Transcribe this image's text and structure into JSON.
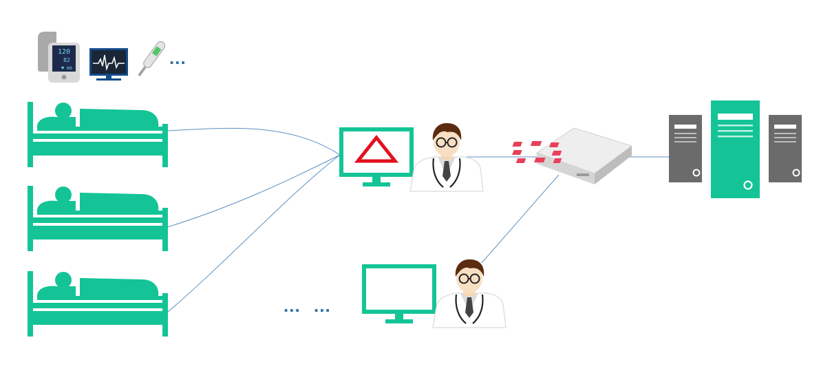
{
  "devices": {
    "bp_monitor": {
      "readings": [
        "120",
        "82",
        "♥ 60"
      ]
    },
    "trailing_ellipsis": "..."
  },
  "bottom_ellipses": [
    "...",
    "..."
  ],
  "colors": {
    "accent": "#14c496",
    "link": "#5b8fc0",
    "alert": "#e3101e",
    "firewall_logo": "#e8405a",
    "server_gray": "#6b6b6b",
    "ellipsis": "#2f6fa3"
  },
  "icons": [
    "blood-pressure-monitor-icon",
    "ecg-monitor-icon",
    "thermometer-icon",
    "patient-bed-icon",
    "alert-monitor-icon",
    "doctor-icon",
    "firewall-appliance-icon",
    "server-icon"
  ]
}
